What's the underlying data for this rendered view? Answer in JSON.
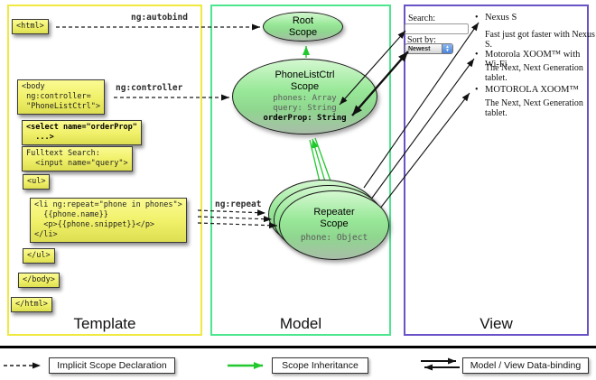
{
  "columns": {
    "template": "Template",
    "model": "Model",
    "view": "View"
  },
  "template": {
    "boxes": [
      {
        "text": "<html>"
      },
      {
        "text": "<body\n ng:controller=\n \"PhoneListCtrl\">"
      },
      {
        "text": "<select name=\"orderProp\"\n  ...>"
      },
      {
        "text": "Fulltext Search:\n  <input name=\"query\">"
      },
      {
        "text": "<ul>"
      },
      {
        "text": "<li ng:repeat=\"phone in phones\">\n  {{phone.name}}\n  <p>{{phone.snippet}}</p>\n</li>"
      },
      {
        "text": "</ul>"
      },
      {
        "text": "</body>"
      },
      {
        "text": "</html>"
      }
    ]
  },
  "arrows": {
    "autobind": "ng:autobind",
    "controller": "ng:controller",
    "repeat": "ng:repeat"
  },
  "model": {
    "root": "Root\nScope",
    "phonelist": {
      "title": "PhoneListCtrl\nScope",
      "phones": "phones: Array",
      "query": "query: String",
      "order": "orderProp: String"
    },
    "repeater": {
      "title": "Repeater\nScope",
      "phone": "phone: Object"
    }
  },
  "view": {
    "search_label": "Search:",
    "search_value": "",
    "sort_label": "Sort by:",
    "sort_value": "Newest",
    "bullet": "•",
    "items": [
      {
        "name": "Nexus S",
        "desc": "Fast just got faster with Nexus S."
      },
      {
        "name": "Motorola XOOM™ with Wi-Fi",
        "desc": "The Next, Next Generation tablet."
      },
      {
        "name": "MOTOROLA XOOM™",
        "desc": "The Next, Next Generation tablet."
      }
    ]
  },
  "legend": {
    "implicit": "Implicit Scope Declaration",
    "inheritance": "Scope Inheritance",
    "binding": "Model / View Data-binding"
  },
  "colors": {
    "template_border": "#f0e93f",
    "model_border": "#4de68f",
    "view_border": "#6a52c7",
    "scope_fill_green": "#98e898",
    "codebox_yellow": "#f0f068",
    "inheritance_green": "#21c82e"
  }
}
